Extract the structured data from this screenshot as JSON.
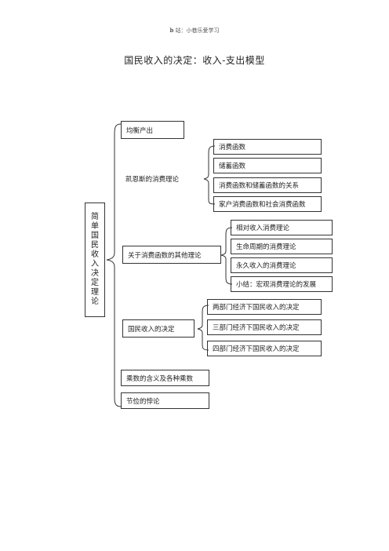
{
  "header": {
    "prefix": "b",
    "text": "站：小巷乐爱学习"
  },
  "title": "国民收入的决定：收入-支出模型",
  "root": "简单国民收入决定理论",
  "nodes": {
    "equilibrium": "均衡产出",
    "keynes": "凯恩斯的消费理论",
    "keynes_children": [
      "消费函数",
      "储蓄函数",
      "消费函数和储蓄函数的关系",
      "家户消费函数和社会消费函数"
    ],
    "other": "关于消费函数的其他理论",
    "other_children": [
      "相对收入消费理论",
      "生命周期的消费理论",
      "永久收入的消费理论",
      "小结：宏观消费理论的发展"
    ],
    "decision": "国民收入的决定",
    "decision_children": [
      "两部门经济下国民收入的决定",
      "三部门经济下国民收入的决定",
      "四部门经济下国民收入的决定"
    ],
    "multiplier": "乘数的含义及各种乘数",
    "thrift": "节俭的悖论"
  }
}
